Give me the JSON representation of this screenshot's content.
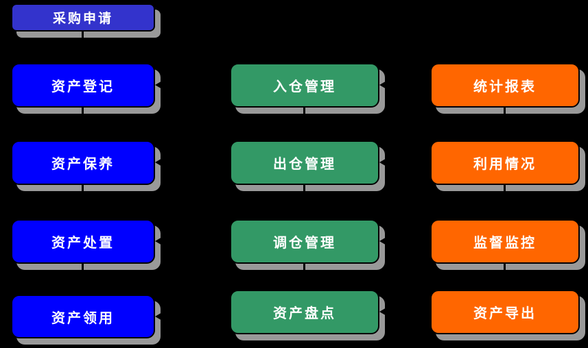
{
  "colors": {
    "background": "#000000",
    "shadow": "#999999",
    "text": "#ffffff",
    "connector": "#000000",
    "procurement_indigo": "#3333cc",
    "asset_blue": "#0000ff",
    "warehouse_green": "#339966",
    "report_orange": "#ff6600"
  },
  "nodes": [
    {
      "id": "purchase-request",
      "label": "采购申请",
      "group": "procurement"
    },
    {
      "id": "asset-register",
      "label": "资产登记",
      "group": "asset"
    },
    {
      "id": "asset-maintenance",
      "label": "资产保养",
      "group": "asset"
    },
    {
      "id": "asset-disposal",
      "label": "资产处置",
      "group": "asset"
    },
    {
      "id": "asset-requisition",
      "label": "资产领用",
      "group": "asset"
    },
    {
      "id": "warehouse-in",
      "label": "入仓管理",
      "group": "warehouse"
    },
    {
      "id": "warehouse-out",
      "label": "出仓管理",
      "group": "warehouse"
    },
    {
      "id": "warehouse-transfer",
      "label": "调仓管理",
      "group": "warehouse"
    },
    {
      "id": "asset-inventory",
      "label": "资产盘点",
      "group": "warehouse"
    },
    {
      "id": "statistics-report",
      "label": "统计报表",
      "group": "report"
    },
    {
      "id": "usage-status",
      "label": "利用情况",
      "group": "report"
    },
    {
      "id": "supervision-monitor",
      "label": "监督监控",
      "group": "report"
    },
    {
      "id": "asset-export",
      "label": "资产导出",
      "group": "report"
    }
  ]
}
